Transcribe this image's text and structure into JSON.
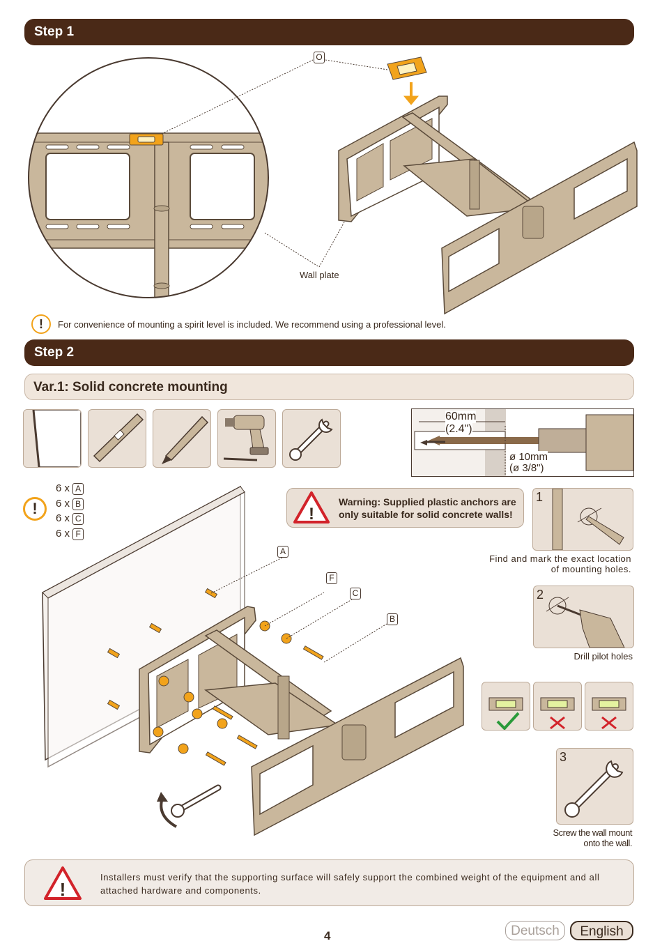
{
  "step1": {
    "title": "Step 1",
    "label_o": "O",
    "wall_plate": "Wall plate",
    "note": "For convenience of mounting a spirit level is included. We recommend using a professional level."
  },
  "step2": {
    "title": "Step 2",
    "variant": "Var.1: Solid concrete mounting",
    "drill": {
      "depth": "60mm",
      "depth_in": "(2.4\")",
      "diameter": "ø 10mm",
      "diameter_in": "(ø 3/8\")"
    },
    "parts": [
      {
        "count": "6 x",
        "letter": "A"
      },
      {
        "count": "6 x",
        "letter": "B"
      },
      {
        "count": "6 x",
        "letter": "C"
      },
      {
        "count": "6 x",
        "letter": "F"
      }
    ],
    "warning": "Warning: Supplied plastic anchors are only suitable for solid concrete walls!",
    "callouts": {
      "a": "A",
      "f": "F",
      "c": "C",
      "b": "B"
    },
    "substeps": [
      {
        "num": "1",
        "caption": "Find and mark the exact location of mounting holes."
      },
      {
        "num": "2",
        "caption": "Drill pilot holes"
      },
      {
        "num": "3",
        "caption": "Screw the wall mount onto the wall."
      }
    ]
  },
  "bottom_warning": "Installers must verify that the supporting surface will safely support the combined weight of the equipment and all attached hardware and components.",
  "page_number": "4",
  "languages": [
    "Deutsch",
    "English"
  ],
  "colors": {
    "brown": "#4a2917",
    "beige": "#c9b79c",
    "orange": "#f2a31b",
    "red": "#d2232a",
    "green": "#2a9a3a"
  }
}
